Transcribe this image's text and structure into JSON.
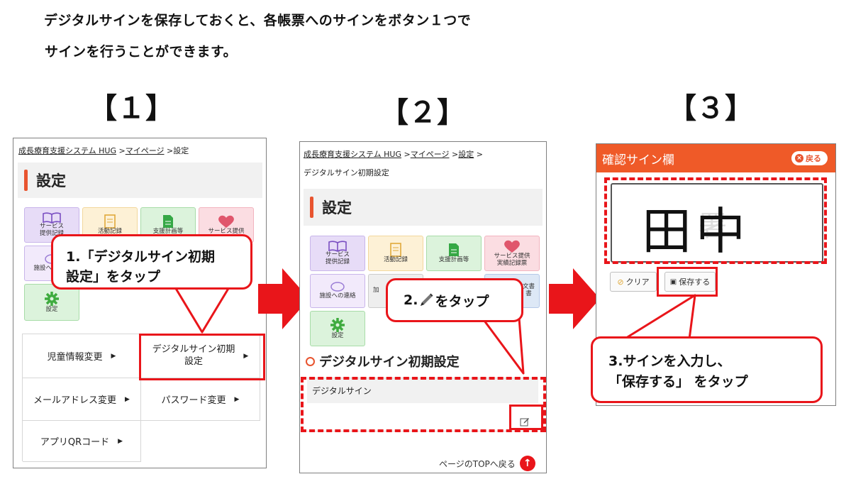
{
  "intro": {
    "line1": "デジタルサインを保存しておくと、各帳票へのサインをボタン１つで",
    "line2": "サインを行うことができます。"
  },
  "steps": {
    "step1": "【１】",
    "step2": "【２】",
    "step3": "【３】"
  },
  "panel1": {
    "breadcrumb": {
      "home": "成長療育支援システム HUG",
      "sep1": " >",
      "mypage": "マイページ",
      "sep2": " >",
      "current": "設定"
    },
    "title": "設定",
    "tiles": [
      {
        "label": "サービス\n提供記録",
        "icon": "book-icon"
      },
      {
        "label": "活動記録",
        "icon": "note-icon"
      },
      {
        "label": "支援計画等",
        "icon": "document-icon"
      },
      {
        "label": "サービス提供",
        "icon": "heart-icon"
      },
      {
        "label": "施設への連絡",
        "icon": "chat-icon"
      },
      {
        "label": "設定",
        "icon": "gear-icon"
      }
    ],
    "menu": [
      {
        "label": "児童情報変更"
      },
      {
        "label": "デジタルサイン初期\n設定"
      },
      {
        "label": "メールアドレス変更"
      },
      {
        "label": "パスワード変更"
      },
      {
        "label": "アプリQRコード"
      }
    ],
    "arrow_glyph": "▶"
  },
  "callout1": {
    "line1": "1.「デジタルサイン初期",
    "line2": "設定」をタップ"
  },
  "panel2": {
    "breadcrumb": {
      "home": "成長療育支援システム HUG",
      "sep1": " >",
      "mypage": "マイページ",
      "sep2": " >",
      "settings": "設定",
      "sep3": " >",
      "current": "デジタルサイン初期設定"
    },
    "title": "設定",
    "tiles": [
      {
        "label": "サービス\n提供記録"
      },
      {
        "label": "活動記録"
      },
      {
        "label": "支援計画等"
      },
      {
        "label": "サービス提供\n実績記録票"
      },
      {
        "label": "施設への連絡"
      },
      {
        "label": "加"
      },
      {
        "label": "文書\n書"
      },
      {
        "label": "設定"
      }
    ],
    "section_title": "デジタルサイン初期設定",
    "field_label": "デジタルサイン",
    "page_top": "ページのTOPへ戻る"
  },
  "callout2": {
    "prefix": "2.",
    "suffix": "をタップ"
  },
  "panel3": {
    "header_title": "確認サイン欄",
    "back_label": "戻る",
    "signature_text": "田中",
    "watermark": "署",
    "clear_label": "クリア",
    "save_label": "保存する"
  },
  "callout3": {
    "line1": "3.サインを入力し、",
    "line2": "「保存する」 をタップ"
  },
  "colors": {
    "accent_red": "#e9151a",
    "header_orange": "#ef5a28",
    "title_bar": "#e8542f"
  }
}
